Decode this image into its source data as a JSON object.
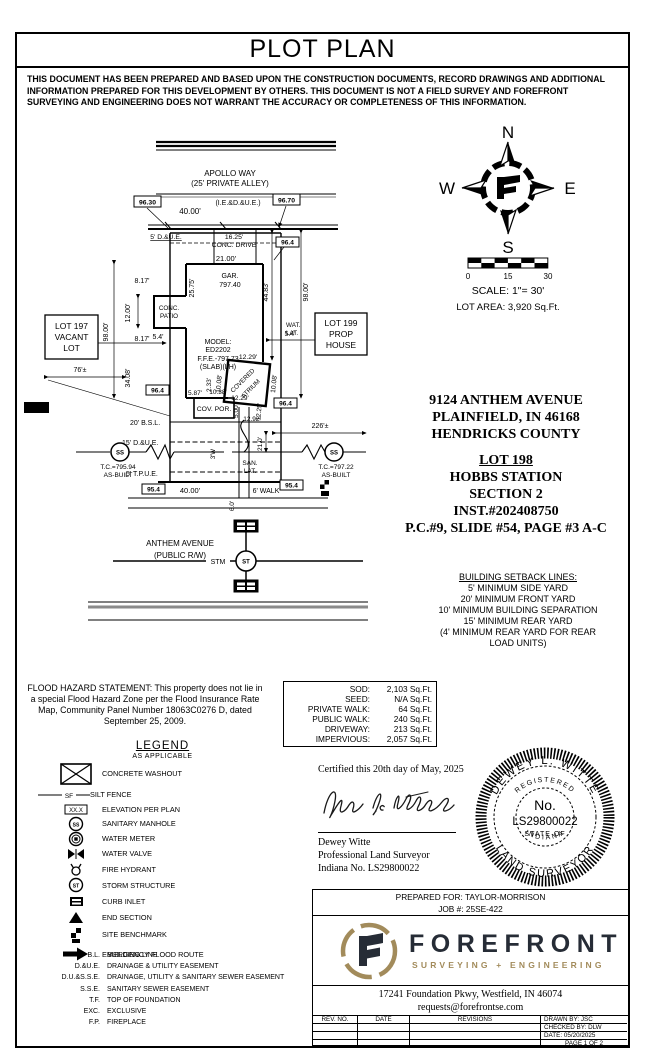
{
  "title": "PLOT PLAN",
  "disclaimer": "THIS DOCUMENT HAS BEEN PREPARED AND BASED UPON THE CONSTRUCTION DOCUMENTS, RECORD DRAWINGS AND ADDITIONAL INFORMATION PREPARED FOR THIS DEVELOPMENT BY OTHERS. THIS DOCUMENT IS NOT A FIELD SURVEY AND FOREFRONT SURVEYING AND ENGINEERING DOES NOT WARRANT THE ACCURACY OR COMPLETENESS OF THIS INFORMATION.",
  "compass": {
    "north": "N",
    "south": "S",
    "east": "E",
    "west": "W"
  },
  "scalebar": {
    "tick0": "0",
    "tick15": "15",
    "tick30": "30",
    "scale_text": "SCALE:  1\"=  30'",
    "lot_area": "LOT AREA: 3,920 Sq.Ft."
  },
  "site": {
    "apollo_name": "APOLLO WAY",
    "apollo_sub": "(25' PRIVATE ALLEY)",
    "apollo_ease": "(I.E.&D.&U.E.)",
    "anthem_name": "ANTHEM AVENUE",
    "anthem_sub": "(PUBLIC R/W)",
    "stm": "STM",
    "st": "ST",
    "lot197": [
      "LOT 197",
      "VACANT",
      "LOT"
    ],
    "lot199": [
      "LOT 199",
      "PROP",
      "HOUSE"
    ],
    "labels": {
      "ev9630": "96.30",
      "ev9670": "96.70",
      "w40t": "40.00'",
      "due5": "5' D.&U.E.",
      "drv_len": "16.25'",
      "drv1": "CONC. DRIVE",
      "ev964a": "96.4",
      "gar_w": "21.00'",
      "ev964b": "96.4",
      "p817a": "8.17'",
      "gar_d": "25.75'",
      "gar": "GAR.",
      "gar_el": "797.40",
      "r4483": "44.83'",
      "l98": "98.00'",
      "p12": "12.00'",
      "patio1": "CONC.",
      "patio2": "PATIO",
      "r98": "98.00'",
      "wat": "WAT.",
      "lat": "LAT.",
      "p817b": "8.17'",
      "model1": "MODEL:",
      "model2": "ED2202",
      "ffe": "F.F.E.-797.73",
      "slab": "(SLAB)(LH)",
      "sy54a": "5.4'",
      "sy54b": "5.4'",
      "sy54c": "5.4'",
      "tie76": "76'±",
      "l3408": "34.08'",
      "ev964c": "96.4",
      "at_t": "12.29'",
      "at_l": "10.08'",
      "at1": "COVERED",
      "at2": "ATRIUM",
      "at_r": "10.08'",
      "at_b": "12.29'",
      "at_s": "12.25'",
      "p233": "2.33'",
      "p587": "5.87'",
      "p1038": "10.38'",
      "covpor": "COV. POR.",
      "p500": "5.00'",
      "p1292": "12.92'",
      "ev964d": "96.4",
      "bsl": "20' B.S.L.",
      "tie226": "226'±",
      "due15": "15' D.&U.E.",
      "ss_l": "SS",
      "ss_r": "SS",
      "tcl1": "T.C.=795.94",
      "tcl2": "AS-BUILT",
      "tcr1": "T.C.=797.22",
      "tcr2": "AS-BUILT",
      "tpue": "5' T.P.U.E.",
      "san": "SAN.",
      "lat2": "LAT.",
      "w3": "3'W",
      "d21": "21.0'",
      "w40b": "40.00'",
      "walk6": "6' WALK",
      "ev954l": "95.4",
      "ev954r": "95.4",
      "walkw": "6.0'",
      "ev964e": "96.4"
    }
  },
  "address": [
    "9124 ANTHEM AVENUE",
    "PLAINFIELD, IN 46168",
    "HENDRICKS COUNTY"
  ],
  "lot_info": {
    "lot": "LOT 198",
    "lines": [
      "HOBBS STATION",
      "SECTION 2",
      "INST.#202408750",
      "P.C.#9, SLIDE #54, PAGE #3 A-C"
    ]
  },
  "setbacks": {
    "heading": "BUILDING SETBACK LINES:",
    "lines": [
      "5' MINIMUM SIDE YARD",
      "20' MINIMUM FRONT YARD",
      "10' MINIMUM BUILDING SEPARATION",
      "15' MINIMUM REAR YARD",
      "(4' MINIMUM REAR YARD FOR REAR",
      "LOAD UNITS)"
    ]
  },
  "flood": "FLOOD HAZARD STATEMENT: This property does not lie in a special Flood Hazard Zone per the Flood Insurance Rate Map, Community Panel Number 18063C0276 D, dated September 25, 2009.",
  "areas": [
    {
      "label": "SOD:",
      "value": "2,103 Sq.Ft."
    },
    {
      "label": "SEED:",
      "value": "N/A Sq.Ft."
    },
    {
      "label": "PRIVATE WALK:",
      "value": "64 Sq.Ft."
    },
    {
      "label": "PUBLIC WALK:",
      "value": "240 Sq.Ft."
    },
    {
      "label": "DRIVEWAY:",
      "value": "213 Sq.Ft."
    },
    {
      "label": "IMPERVIOUS:",
      "value": "2,057 Sq.Ft."
    }
  ],
  "legend": {
    "heading": "LEGEND",
    "sub": "AS APPLICABLE",
    "elevation_sample": "XX.X",
    "sf": "SF",
    "ss": "SS",
    "st": "ST",
    "items": [
      {
        "icon": "concrete-washout-icon",
        "label": "CONCRETE WASHOUT"
      },
      {
        "icon": "silt-fence-icon",
        "label": "SILT FENCE"
      },
      {
        "icon": "elevation-per-plan-icon",
        "label": "ELEVATION PER PLAN"
      },
      {
        "icon": "sanitary-manhole-icon",
        "label": "SANITARY MANHOLE"
      },
      {
        "icon": "water-meter-icon",
        "label": "WATER METER"
      },
      {
        "icon": "water-valve-icon",
        "label": "WATER VALVE"
      },
      {
        "icon": "fire-hydrant-icon",
        "label": "FIRE HYDRANT"
      },
      {
        "icon": "storm-structure-icon",
        "label": "STORM STRUCTURE"
      },
      {
        "icon": "curb-inlet-icon",
        "label": "CURB INLET"
      },
      {
        "icon": "end-section-icon",
        "label": "END SECTION"
      },
      {
        "icon": "site-benchmark-icon",
        "label": "SITE BENCHMARK"
      },
      {
        "icon": "emergency-flood-route-icon",
        "label": "EMERGENCY FLOOD ROUTE"
      }
    ]
  },
  "abbreviations": [
    {
      "abbr": "B.L.",
      "meaning": "BUILDING LINE"
    },
    {
      "abbr": "D.&U.E.",
      "meaning": "DRAINAGE & UTILITY EASEMENT"
    },
    {
      "abbr": "D.U.&S.S.E.",
      "meaning": "DRAINAGE, UTILITY & SANITARY SEWER EASEMENT"
    },
    {
      "abbr": "S.S.E.",
      "meaning": "SANITARY SEWER EASEMENT"
    },
    {
      "abbr": "T.F.",
      "meaning": "TOP OF FOUNDATION"
    },
    {
      "abbr": "EXC.",
      "meaning": "EXCLUSIVE"
    },
    {
      "abbr": "F.P.",
      "meaning": "FIREPLACE"
    }
  ],
  "certification": {
    "line": "Certified this 20th day of May, 2025",
    "name": "Dewey Witte",
    "role": "Professional Land Surveyor",
    "license": "Indiana No. LS29800022"
  },
  "seal": {
    "top": "DEWEY L. WITTE",
    "registered": "REGISTERED",
    "no": "No.",
    "number": "LS29800022",
    "state": "STATE  OF",
    "indiana": "INDIANA",
    "bottom": "LAND  SURVEYOR"
  },
  "footer": {
    "prepared_for": "PREPARED FOR: TAYLOR-MORRISON",
    "job": "JOB #: 25SE-422",
    "brand": "FOREFRONT",
    "brand_sub": "SURVEYING + ENGINEERING",
    "address": "17241 Foundation Pkwy, Westfield, IN 46074",
    "email": "requests@forefrontse.com",
    "rev_no": "REV. NO.",
    "date": "DATE",
    "revisions": "REVISIONS",
    "drawn": "DRAWN BY: JSC",
    "checked": "CHECKED BY: DLW",
    "date_val": "DATE: 05/20/2025",
    "page": "PAGE 1 OF 2"
  },
  "colors": {
    "gold": "#A28B5B",
    "navy": "#262C36"
  }
}
